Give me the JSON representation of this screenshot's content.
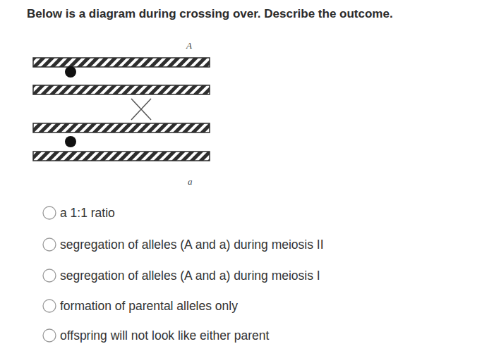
{
  "diagram": {
    "title": "Below is a diagram during crossing over. Describe the outcome.",
    "labels": [
      "A",
      "a",
      "a 1:1 ratio",
      "segregation of alleles (A and a) during meiosis II",
      "segregation of alleles (A and a) during meiosis I",
      "formation of parental alleles only",
      "offspring will not look like either parent"
    ]
  }
}
